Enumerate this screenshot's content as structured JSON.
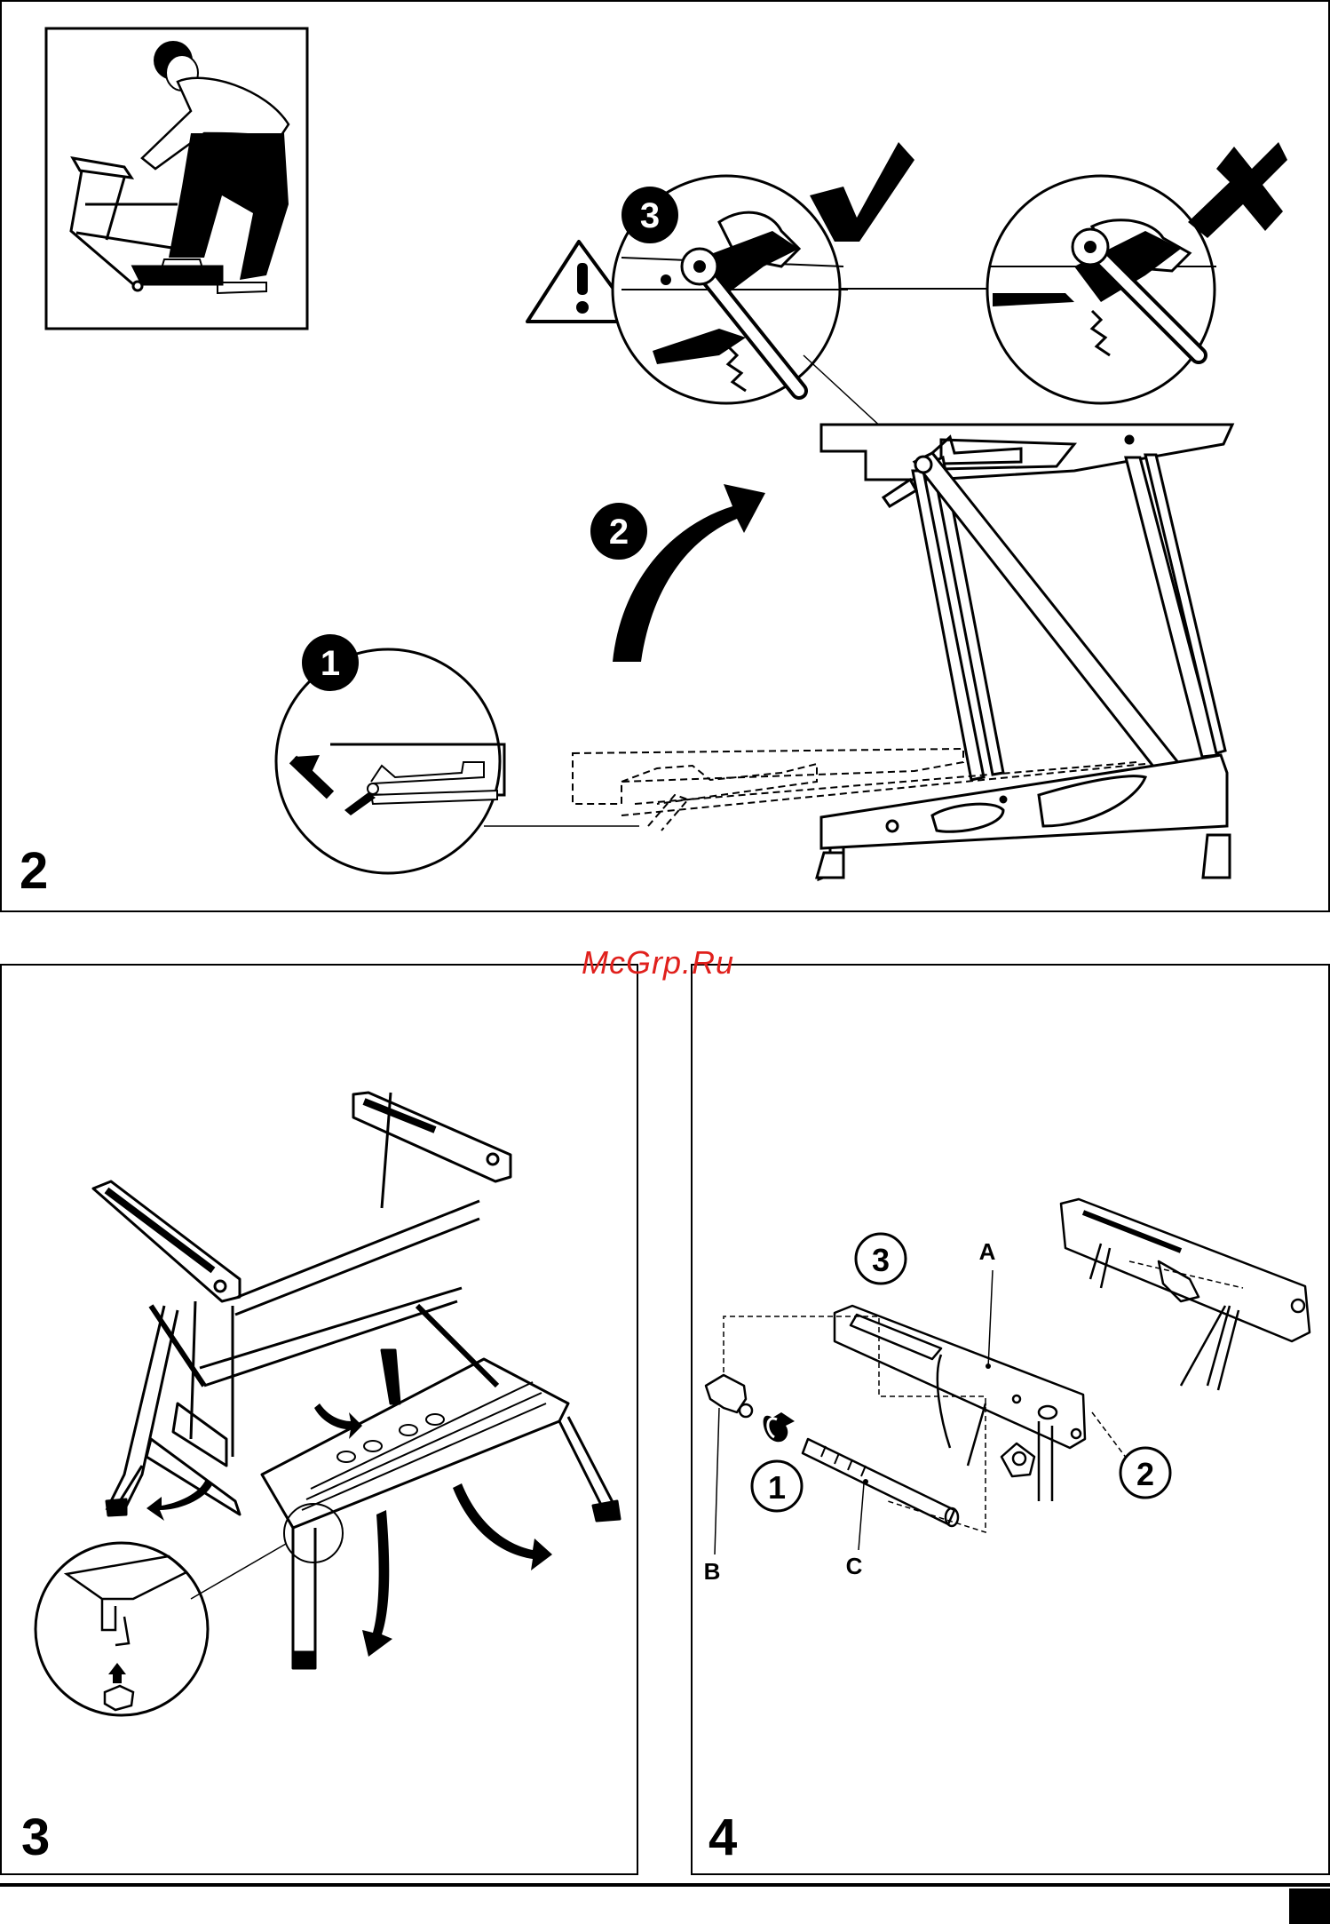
{
  "figures": {
    "fig2": {
      "number": "2",
      "steps": [
        "1",
        "2",
        "3"
      ]
    },
    "fig3": {
      "number": "3"
    },
    "fig4": {
      "number": "4",
      "steps": [
        "1",
        "2",
        "3"
      ],
      "labels": {
        "a": "A",
        "b": "B",
        "c": "C"
      }
    }
  },
  "watermark": "McGrp.Ru",
  "colors": {
    "ink": "#000000",
    "paper": "#ffffff",
    "watermark": "#e0201c"
  },
  "icons": [
    "warning-triangle-icon",
    "checkmark-icon",
    "cross-icon",
    "arrow-icon"
  ]
}
